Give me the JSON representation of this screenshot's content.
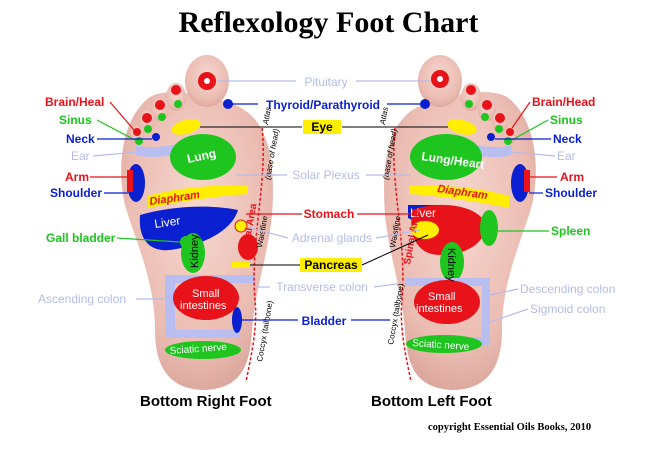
{
  "title": "Reflexology Foot Chart",
  "captions": {
    "right_foot": "Bottom Right Foot",
    "left_foot": "Bottom Left Foot"
  },
  "copyright": "copyright Essential Oils Books, 2010",
  "colors": {
    "red": "#e8131a",
    "blue": "#0a1fd0",
    "green": "#1fc51f",
    "yellow": "#ffee00",
    "lavender": "#b8bff0",
    "label_lavender": "#b5bce8",
    "skin": "#f0c4bb"
  },
  "labels": {
    "pituitary": "Pituitary",
    "thyroid": "Thyroid/Parathyroid",
    "eye": "Eye",
    "solar_plexus": "Solar Plexus",
    "stomach": "Stomach",
    "adrenal_glands": "Adrenal glands",
    "pancreas": "Pancreas",
    "transverse_colon": "Transverse colon",
    "bladder": "Bladder",
    "brain_head_left": "Brain/Heal",
    "brain_head_right": "Brain/Head",
    "sinus": "Sinus",
    "neck": "Neck",
    "ear": "Ear",
    "arm": "Arm",
    "shoulder": "Shoulder",
    "gall_bladder": "Gall bladder",
    "ascending_colon": "Ascending colon",
    "spleen": "Spleen",
    "descending_colon": "Descending colon",
    "sigmoid_colon": "Sigmoid colon"
  },
  "zones": {
    "lung": "Lung",
    "lung_heart": "Lung/Heart",
    "diaphragm": "Diaphram",
    "liver": "Liver",
    "kidney": "Kidney",
    "small_intestines_line1": "Small",
    "small_intestines_line2": "intestines",
    "sciatic_nerve": "Sciatic nerve",
    "atlas": "Atlas",
    "base_of_head": "(base of head)",
    "spinal_area": "Spinal Area",
    "waistline": "Waistline",
    "coccyx": "Coccyx (tailbone)"
  }
}
